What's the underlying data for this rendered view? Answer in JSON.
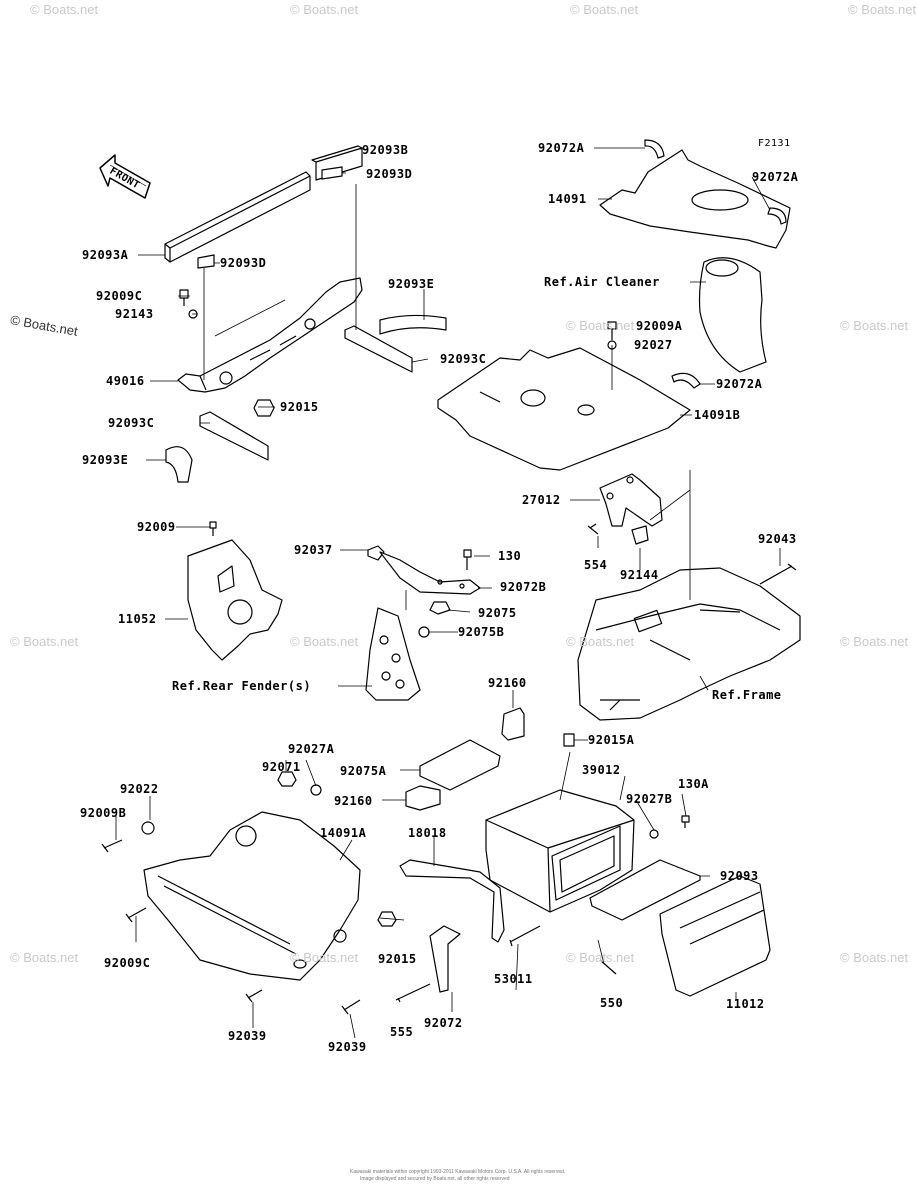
{
  "figure_code": "F2131",
  "front_label": "FRONT",
  "watermark": "© Boats.net",
  "copyright_line1": "Kawasaki materials within copyright 1993-2011 Kawasaki Motors Corp. U.S.A. All rights reserved.",
  "copyright_line2": "Image displayed and secured by Boats.net, all other rights reserved",
  "labels": {
    "l92093B": "92093B",
    "l92093D_top": "92093D",
    "l92093A": "92093A",
    "l92093D_mid": "92093D",
    "l92093E_top": "92093E",
    "l92009C_top": "92009C",
    "l92143": "92143",
    "l49016": "49016",
    "l92015_top": "92015",
    "l92093C_right": "92093C",
    "l92093C_left": "92093C",
    "l92093E_bot": "92093E",
    "l92072A_top": "92072A",
    "l14091": "14091",
    "l92072A_right": "92072A",
    "ref_air_cleaner": "Ref.Air Cleaner",
    "l92009A": "92009A",
    "l92027": "92027",
    "l92072A_low": "92072A",
    "l14091B": "14091B",
    "l27012": "27012",
    "l554": "554",
    "l92144": "92144",
    "l92043": "92043",
    "ref_frame": "Ref.Frame",
    "l92009": "92009",
    "l11052": "11052",
    "l92037": "92037",
    "l130": "130",
    "l92072B": "92072B",
    "l92075": "92075",
    "l92075B": "92075B",
    "ref_rear_fender": "Ref.Rear Fender(s)",
    "l92160_top": "92160",
    "l92015A": "92015A",
    "l92027A": "92027A",
    "l92071": "92071",
    "l92075A": "92075A",
    "l39012": "39012",
    "l92022": "92022",
    "l92160_mid": "92160",
    "l92027B": "92027B",
    "l130A": "130A",
    "l92009B": "92009B",
    "l14091A": "14091A",
    "l18018": "18018",
    "l92093": "92093",
    "l92009C_bot": "92009C",
    "l92015_bot": "92015",
    "l53011": "53011",
    "l550": "550",
    "l11012": "11012",
    "l92039_a": "92039",
    "l555": "555",
    "l92072": "92072",
    "l92039_b": "92039"
  }
}
